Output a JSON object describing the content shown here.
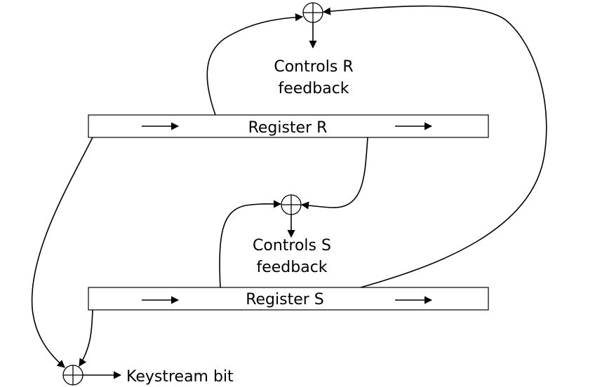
{
  "register_r": {
    "label": "Register R",
    "flow_left": "⟶",
    "flow_right": "⟶"
  },
  "register_s": {
    "label": "Register S",
    "flow_left": "⟶",
    "flow_right": "⟶"
  },
  "xor_r": {
    "caption_line1": "Controls R",
    "caption_line2": "feedback"
  },
  "xor_s": {
    "caption_line1": "Controls S",
    "caption_line2": "feedback"
  },
  "output": {
    "label": "Keystream bit"
  }
}
